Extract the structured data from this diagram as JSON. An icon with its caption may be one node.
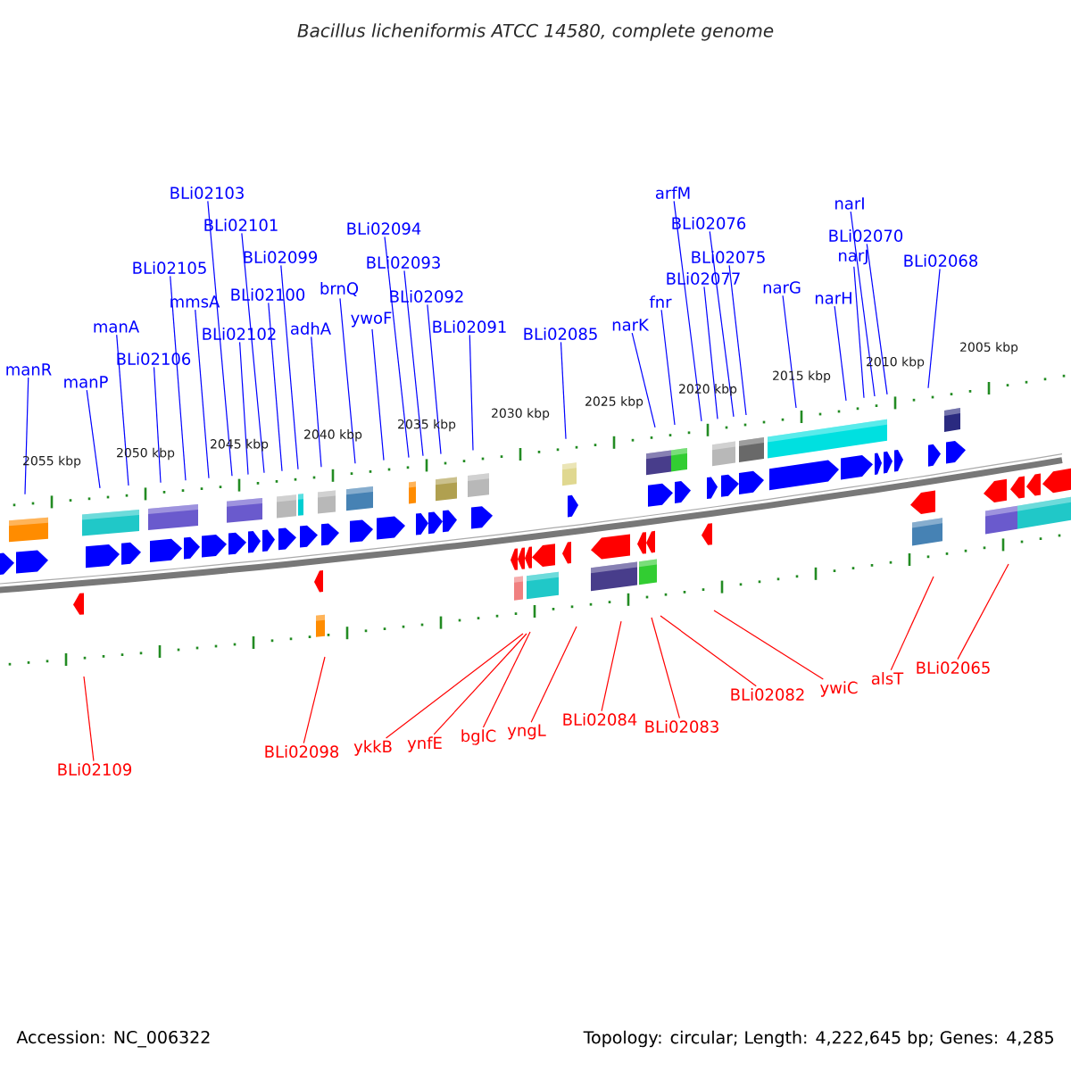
{
  "diagram": {
    "title": "Bacillus licheniformis ATCC 14580, complete genome",
    "nodes": [
      {
        "text": [
          "manR"
        ]
      },
      {
        "text": [
          "manP"
        ]
      },
      {
        "text": [
          "manA"
        ]
      },
      {
        "text": [
          "BLi02106"
        ]
      },
      {
        "text": [
          "BLi02105"
        ]
      },
      {
        "text": [
          "mmsA"
        ]
      },
      {
        "text": [
          "BLi02103"
        ]
      },
      {
        "text": [
          "BLi02102"
        ]
      },
      {
        "text": [
          "BLi02101"
        ]
      },
      {
        "text": [
          "BLi02100"
        ]
      },
      {
        "text": [
          "BLi02099"
        ]
      },
      {
        "text": [
          "adhA"
        ]
      },
      {
        "text": [
          "brnQ"
        ]
      },
      {
        "text": [
          "ywoF"
        ]
      },
      {
        "text": [
          "BLi02094"
        ]
      },
      {
        "text": [
          "BLi02093"
        ]
      },
      {
        "text": [
          "BLi02092"
        ]
      },
      {
        "text": [
          "BLi02091"
        ]
      },
      {
        "text": [
          "BLi02085"
        ]
      },
      {
        "text": [
          "narK"
        ]
      },
      {
        "text": [
          "fnr"
        ]
      },
      {
        "text": [
          "arfM"
        ]
      },
      {
        "text": [
          "BLi02077"
        ]
      },
      {
        "text": [
          "BLi02076"
        ]
      },
      {
        "text": [
          "BLi02075"
        ]
      },
      {
        "text": [
          "narG"
        ]
      },
      {
        "text": [
          "narH"
        ]
      },
      {
        "text": [
          "narJ"
        ]
      },
      {
        "text": [
          "narI"
        ]
      },
      {
        "text": [
          "BLi02070"
        ]
      },
      {
        "text": [
          "BLi02068"
        ]
      },
      {
        "text": [
          "BLi02109"
        ]
      },
      {
        "text": [
          "BLi02098"
        ]
      },
      {
        "text": [
          "ykkB"
        ]
      },
      {
        "text": [
          "ynfE"
        ]
      },
      {
        "text": [
          "bglC"
        ]
      },
      {
        "text": [
          "yngL"
        ]
      },
      {
        "text": [
          "BLi02084"
        ]
      },
      {
        "text": [
          "BLi02083"
        ]
      },
      {
        "text": [
          "BLi02082"
        ]
      },
      {
        "text": [
          "ywiC"
        ]
      },
      {
        "text": [
          "alsT"
        ]
      },
      {
        "text": [
          "BLi02065"
        ]
      }
    ],
    "edges": [
      {
        "from": 0,
        "to": null,
        "arrow": "none"
      },
      {
        "from": 1,
        "to": null,
        "arrow": "none"
      },
      {
        "from": 2,
        "to": null,
        "arrow": "none"
      },
      {
        "from": 3,
        "to": null,
        "arrow": "none"
      },
      {
        "from": 4,
        "to": null,
        "arrow": "none"
      },
      {
        "from": 5,
        "to": null,
        "arrow": "none"
      },
      {
        "from": 6,
        "to": null,
        "arrow": "none"
      },
      {
        "from": 7,
        "to": null,
        "arrow": "none"
      },
      {
        "from": 8,
        "to": null,
        "arrow": "none"
      },
      {
        "from": 9,
        "to": null,
        "arrow": "none"
      },
      {
        "from": 10,
        "to": null,
        "arrow": "none"
      },
      {
        "from": 11,
        "to": null,
        "arrow": "none"
      },
      {
        "from": 12,
        "to": null,
        "arrow": "none"
      },
      {
        "from": 13,
        "to": null,
        "arrow": "none"
      },
      {
        "from": 14,
        "to": null,
        "arrow": "none"
      },
      {
        "from": 15,
        "to": null,
        "arrow": "none"
      },
      {
        "from": 16,
        "to": null,
        "arrow": "none"
      },
      {
        "from": 17,
        "to": null,
        "arrow": "none"
      },
      {
        "from": 18,
        "to": null,
        "arrow": "none"
      },
      {
        "from": 19,
        "to": null,
        "arrow": "none"
      },
      {
        "from": 20,
        "to": null,
        "arrow": "none"
      },
      {
        "from": 21,
        "to": null,
        "arrow": "none"
      },
      {
        "from": 22,
        "to": null,
        "arrow": "none"
      },
      {
        "from": 23,
        "to": null,
        "arrow": "none"
      },
      {
        "from": 24,
        "to": null,
        "arrow": "none"
      },
      {
        "from": 25,
        "to": null,
        "arrow": "none"
      },
      {
        "from": 26,
        "to": null,
        "arrow": "none"
      },
      {
        "from": 27,
        "to": null,
        "arrow": "none"
      },
      {
        "from": 28,
        "to": null,
        "arrow": "none"
      },
      {
        "from": 29,
        "to": null,
        "arrow": "none"
      },
      {
        "from": 30,
        "to": null,
        "arrow": "none"
      },
      {
        "from": 31,
        "to": null,
        "arrow": "none",
        "color": "#ff0000"
      },
      {
        "from": 32,
        "to": null,
        "arrow": "none",
        "color": "#ff0000"
      },
      {
        "from": 33,
        "to": null,
        "arrow": "none",
        "color": "#ff0000"
      },
      {
        "from": 34,
        "to": null,
        "arrow": "none",
        "color": "#ff0000"
      },
      {
        "from": 35,
        "to": null,
        "arrow": "none",
        "color": "#ff0000"
      },
      {
        "from": 36,
        "to": null,
        "arrow": "none",
        "color": "#ff0000"
      },
      {
        "from": 37,
        "to": null,
        "arrow": "none",
        "color": "#ff0000"
      },
      {
        "from": 38,
        "to": null,
        "arrow": "none",
        "color": "#ff0000"
      },
      {
        "from": 39,
        "to": null,
        "arrow": "none",
        "color": "#ff0000"
      },
      {
        "from": 40,
        "to": null,
        "arrow": "none",
        "color": "#ff0000"
      },
      {
        "from": 41,
        "to": null,
        "arrow": "none",
        "color": "#ff0000"
      },
      {
        "from": 42,
        "to": null,
        "arrow": "none",
        "color": "#ff0000"
      }
    ],
    "labels": [
      "2055 kbp",
      "2050 kbp",
      "2045 kbp",
      "2040 kbp",
      "2035 kbp",
      "2030 kbp",
      "2025 kbp",
      "2020 kbp",
      "2015 kbp",
      "2010 kbp",
      "2005 kbp",
      "Accession: NC_006322",
      "Topology: circular; Length: 4,222,645 bp; Genes: 4,285"
    ]
  }
}
